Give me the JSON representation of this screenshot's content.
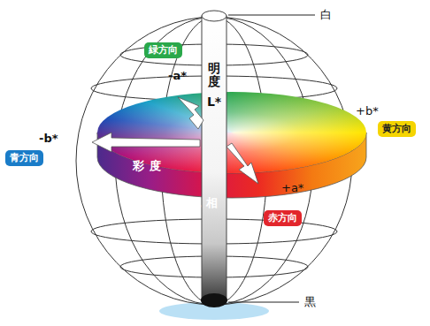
{
  "diagram": {
    "nodes": [
      {
        "text": [
          "明度",
          "L*"
        ]
      },
      {
        "text": [
          "緑方向"
        ]
      },
      {
        "text": [
          "黄方向"
        ]
      },
      {
        "text": [
          "青方向"
        ]
      },
      {
        "text": [
          "赤方向"
        ]
      }
    ],
    "labels": [
      "白",
      "-a*",
      "+b*",
      "-b*",
      "彩度",
      "色相",
      "+a*",
      "黒"
    ]
  }
}
